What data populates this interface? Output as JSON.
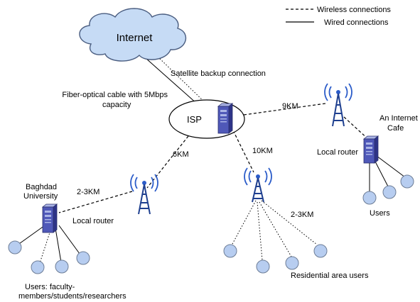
{
  "legend": {
    "wireless": "Wireless connections",
    "wired": "Wired connections"
  },
  "nodes": {
    "internet": "Internet",
    "isp": "ISP",
    "baghdad_title": [
      "Baghdad",
      "University"
    ],
    "internet_cafe_title": [
      "An Internet",
      "Cafe"
    ]
  },
  "links": {
    "fiber": [
      "Fiber-optical cable with 5Mbps",
      "capacity"
    ],
    "satellite": "Satellite backup connection",
    "isp_to_baghdad_tower": "6KM",
    "isp_to_residential_tower": "10KM",
    "isp_to_cafe_tower": "9KM",
    "baghdad_tower_to_router": "2-3KM",
    "residential_tower_to_users": "2-3KM"
  },
  "labels": {
    "local_router_baghdad": "Local router",
    "local_router_cafe": "Local router",
    "baghdad_users": [
      "Users: faculty-",
      "members/students/researchers"
    ],
    "cafe_users": "Users",
    "residential_users": "Residential area users"
  },
  "colors": {
    "cloud_fill": "#c6dbf5",
    "cloud_stroke": "#4a5d80",
    "server_body": "#4f58b8",
    "server_light": "#aab4e6",
    "tower": "#2b5cc9",
    "user_node": "#b7cdf0"
  },
  "icons": {
    "server": "server-icon",
    "tower": "antenna-tower-icon",
    "cloud": "cloud-icon",
    "user": "user-node-icon"
  }
}
